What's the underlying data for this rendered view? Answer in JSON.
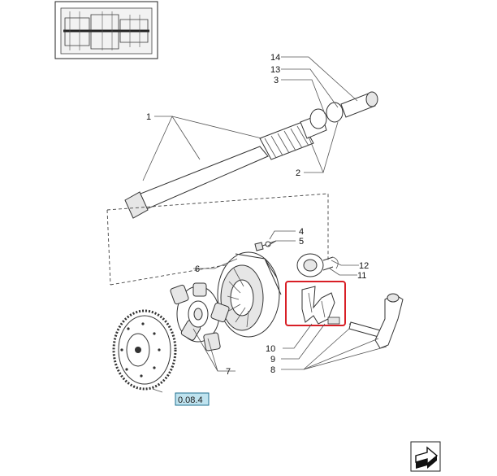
{
  "callouts": {
    "c14": "14",
    "c13": "13",
    "c3": "3",
    "c1": "1",
    "c2": "2",
    "c4": "4",
    "c5": "5",
    "c6": "6",
    "c12": "12",
    "c11": "11",
    "c10": "10",
    "c9": "9",
    "c8": "8",
    "c7": "7"
  },
  "reference_box": {
    "label": "0.08.4"
  },
  "highlight": {
    "color": "#d81f26"
  },
  "colors": {
    "ref_fill": "#bfe3ef",
    "ref_border": "#1f6f8f"
  },
  "icons": {
    "nav": "arrow-next-icon",
    "thumb": "transmission-thumbnail-icon"
  }
}
